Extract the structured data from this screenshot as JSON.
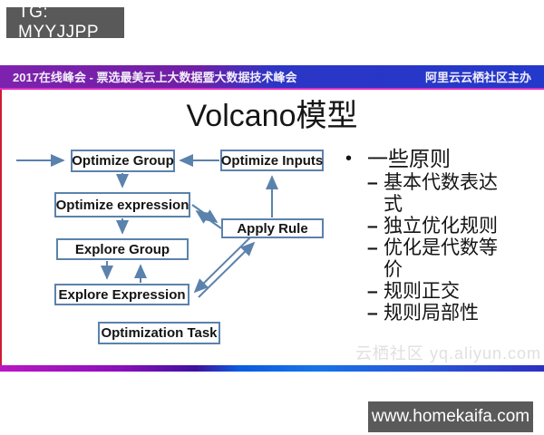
{
  "badges": {
    "tg": "TG: MYYJJPP",
    "website": "www.homekaifa.com"
  },
  "banner": {
    "left_text": "2017在线峰会 - 票选最美云上大数据暨大数据技术峰会",
    "right_text": "阿里云云栖社区主办"
  },
  "slide": {
    "title": "Volcano模型",
    "watermark": "云栖社区 yq.aliyun.com"
  },
  "diagram": {
    "boxes": [
      {
        "label": "Optimize Group"
      },
      {
        "label": "Optimize Inputs"
      },
      {
        "label": "Optimize expression"
      },
      {
        "label": "Apply Rule"
      },
      {
        "label": "Explore Group"
      },
      {
        "label": "Explore Expression"
      },
      {
        "label": "Optimization Task"
      }
    ]
  },
  "bullets": {
    "marker": "•",
    "dash": "–",
    "main": "一些原则",
    "items": [
      "基本代数表达式",
      "独立优化规则",
      "优化是代数等价",
      "规则正交",
      "规则局部性"
    ]
  },
  "colors": {
    "diagram_accent": "#5b82ad",
    "banner_purple": "#7d22ae",
    "banner_blue": "#2339cb",
    "banner_underline_pink": "#e12dc3",
    "left_line_red": "#cf1b35",
    "badge_gray": "#595959",
    "footer_magenta": "#bb16c4",
    "footer_blue": "#1873e8"
  }
}
